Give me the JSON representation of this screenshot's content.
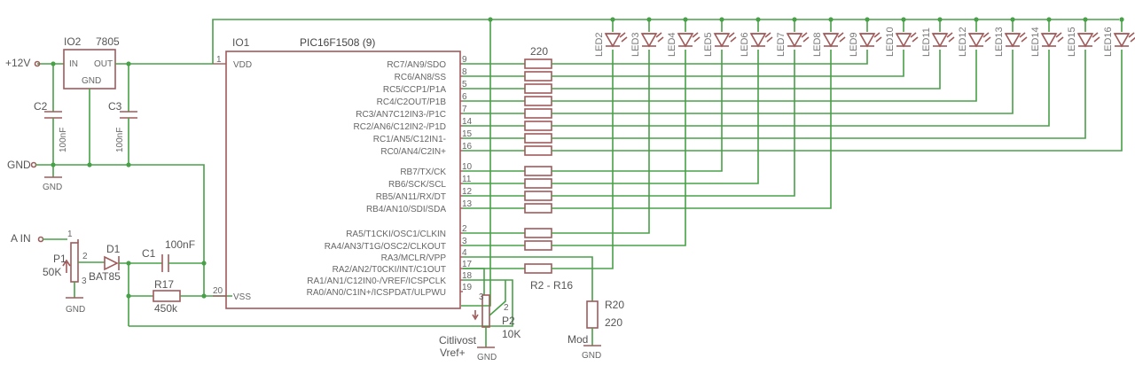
{
  "ic": {
    "ref": "IO1",
    "name": "PIC16F1508 (9)",
    "vdd_label": "VDD",
    "vss_label": "VSS",
    "vdd_pin": "1",
    "vss_pin": "20",
    "right_pins": [
      {
        "label": "RC7/AN9/SDO",
        "num": "9"
      },
      {
        "label": "RC6/AN8/SS",
        "num": "8"
      },
      {
        "label": "RC5/CCP1/P1A",
        "num": "5"
      },
      {
        "label": "RC4/C2OUT/P1B",
        "num": "6"
      },
      {
        "label": "RC3/AN7C12IN3-/P1C",
        "num": "7"
      },
      {
        "label": "RC2/AN6/C12IN2-/P1D",
        "num": "14"
      },
      {
        "label": "RC1/AN5/C12IN1-",
        "num": "15"
      },
      {
        "label": "RC0/AN4/C2IN+",
        "num": "16"
      },
      {
        "label": "RB7/TX/CK",
        "num": "10"
      },
      {
        "label": "RB6/SCK/SCL",
        "num": "11"
      },
      {
        "label": "RB5/AN11/RX/DT",
        "num": "12"
      },
      {
        "label": "RB4/AN10/SDI/SDA",
        "num": "13"
      },
      {
        "label": "RA5/T1CKI/OSC1/CLKIN",
        "num": "2"
      },
      {
        "label": "RA4/AN3/T1G/OSC2/CLKOUT",
        "num": "3"
      },
      {
        "label": "RA3/MCLR/VPP",
        "num": "4"
      },
      {
        "label": "RA2/AN2/T0CKI/INT/C1OUT",
        "num": "17"
      },
      {
        "label": "RA1/AN1/C12IN0-/VREF/ICSPCLK",
        "num": "18"
      },
      {
        "label": "RA0/AN0/C1IN+/ICSPDAT/ULPWU",
        "num": "19"
      }
    ]
  },
  "regulator": {
    "ref": "IO2",
    "name": "7805",
    "in": "IN",
    "out": "OUT",
    "gnd": "GND"
  },
  "nets": {
    "v12": "+12V",
    "gnd": "GND",
    "ain": "A IN"
  },
  "parts": {
    "c2": {
      "ref": "C2",
      "value": "100nF"
    },
    "c3": {
      "ref": "C3",
      "value": "100nF"
    },
    "c1": {
      "ref": "C1",
      "value": "100nF"
    },
    "d1": {
      "ref": "D1",
      "value": "BAT85"
    },
    "p1": {
      "ref": "P1",
      "value": "50K",
      "pins": [
        "1",
        "2",
        "3"
      ]
    },
    "r17": {
      "ref": "R17",
      "value": "450k"
    },
    "p2": {
      "ref": "P2",
      "value": "10K",
      "pins": [
        "3",
        "2"
      ],
      "note1": "Citlivost",
      "note2": "Vref+"
    },
    "r20": {
      "ref": "R20",
      "value": "220",
      "note": "Mod"
    },
    "rbank": {
      "top_value": "220",
      "range_label": "R2 - R16"
    }
  },
  "leds": [
    "LED2",
    "LED3",
    "LED4",
    "LED5",
    "LED6",
    "LED7",
    "LED8",
    "LED9",
    "LED10",
    "LED11",
    "LED12",
    "LED13",
    "LED14",
    "LED15",
    "LED16"
  ],
  "gnd_symbols": [
    "GND",
    "GND",
    "GND",
    "GND"
  ]
}
